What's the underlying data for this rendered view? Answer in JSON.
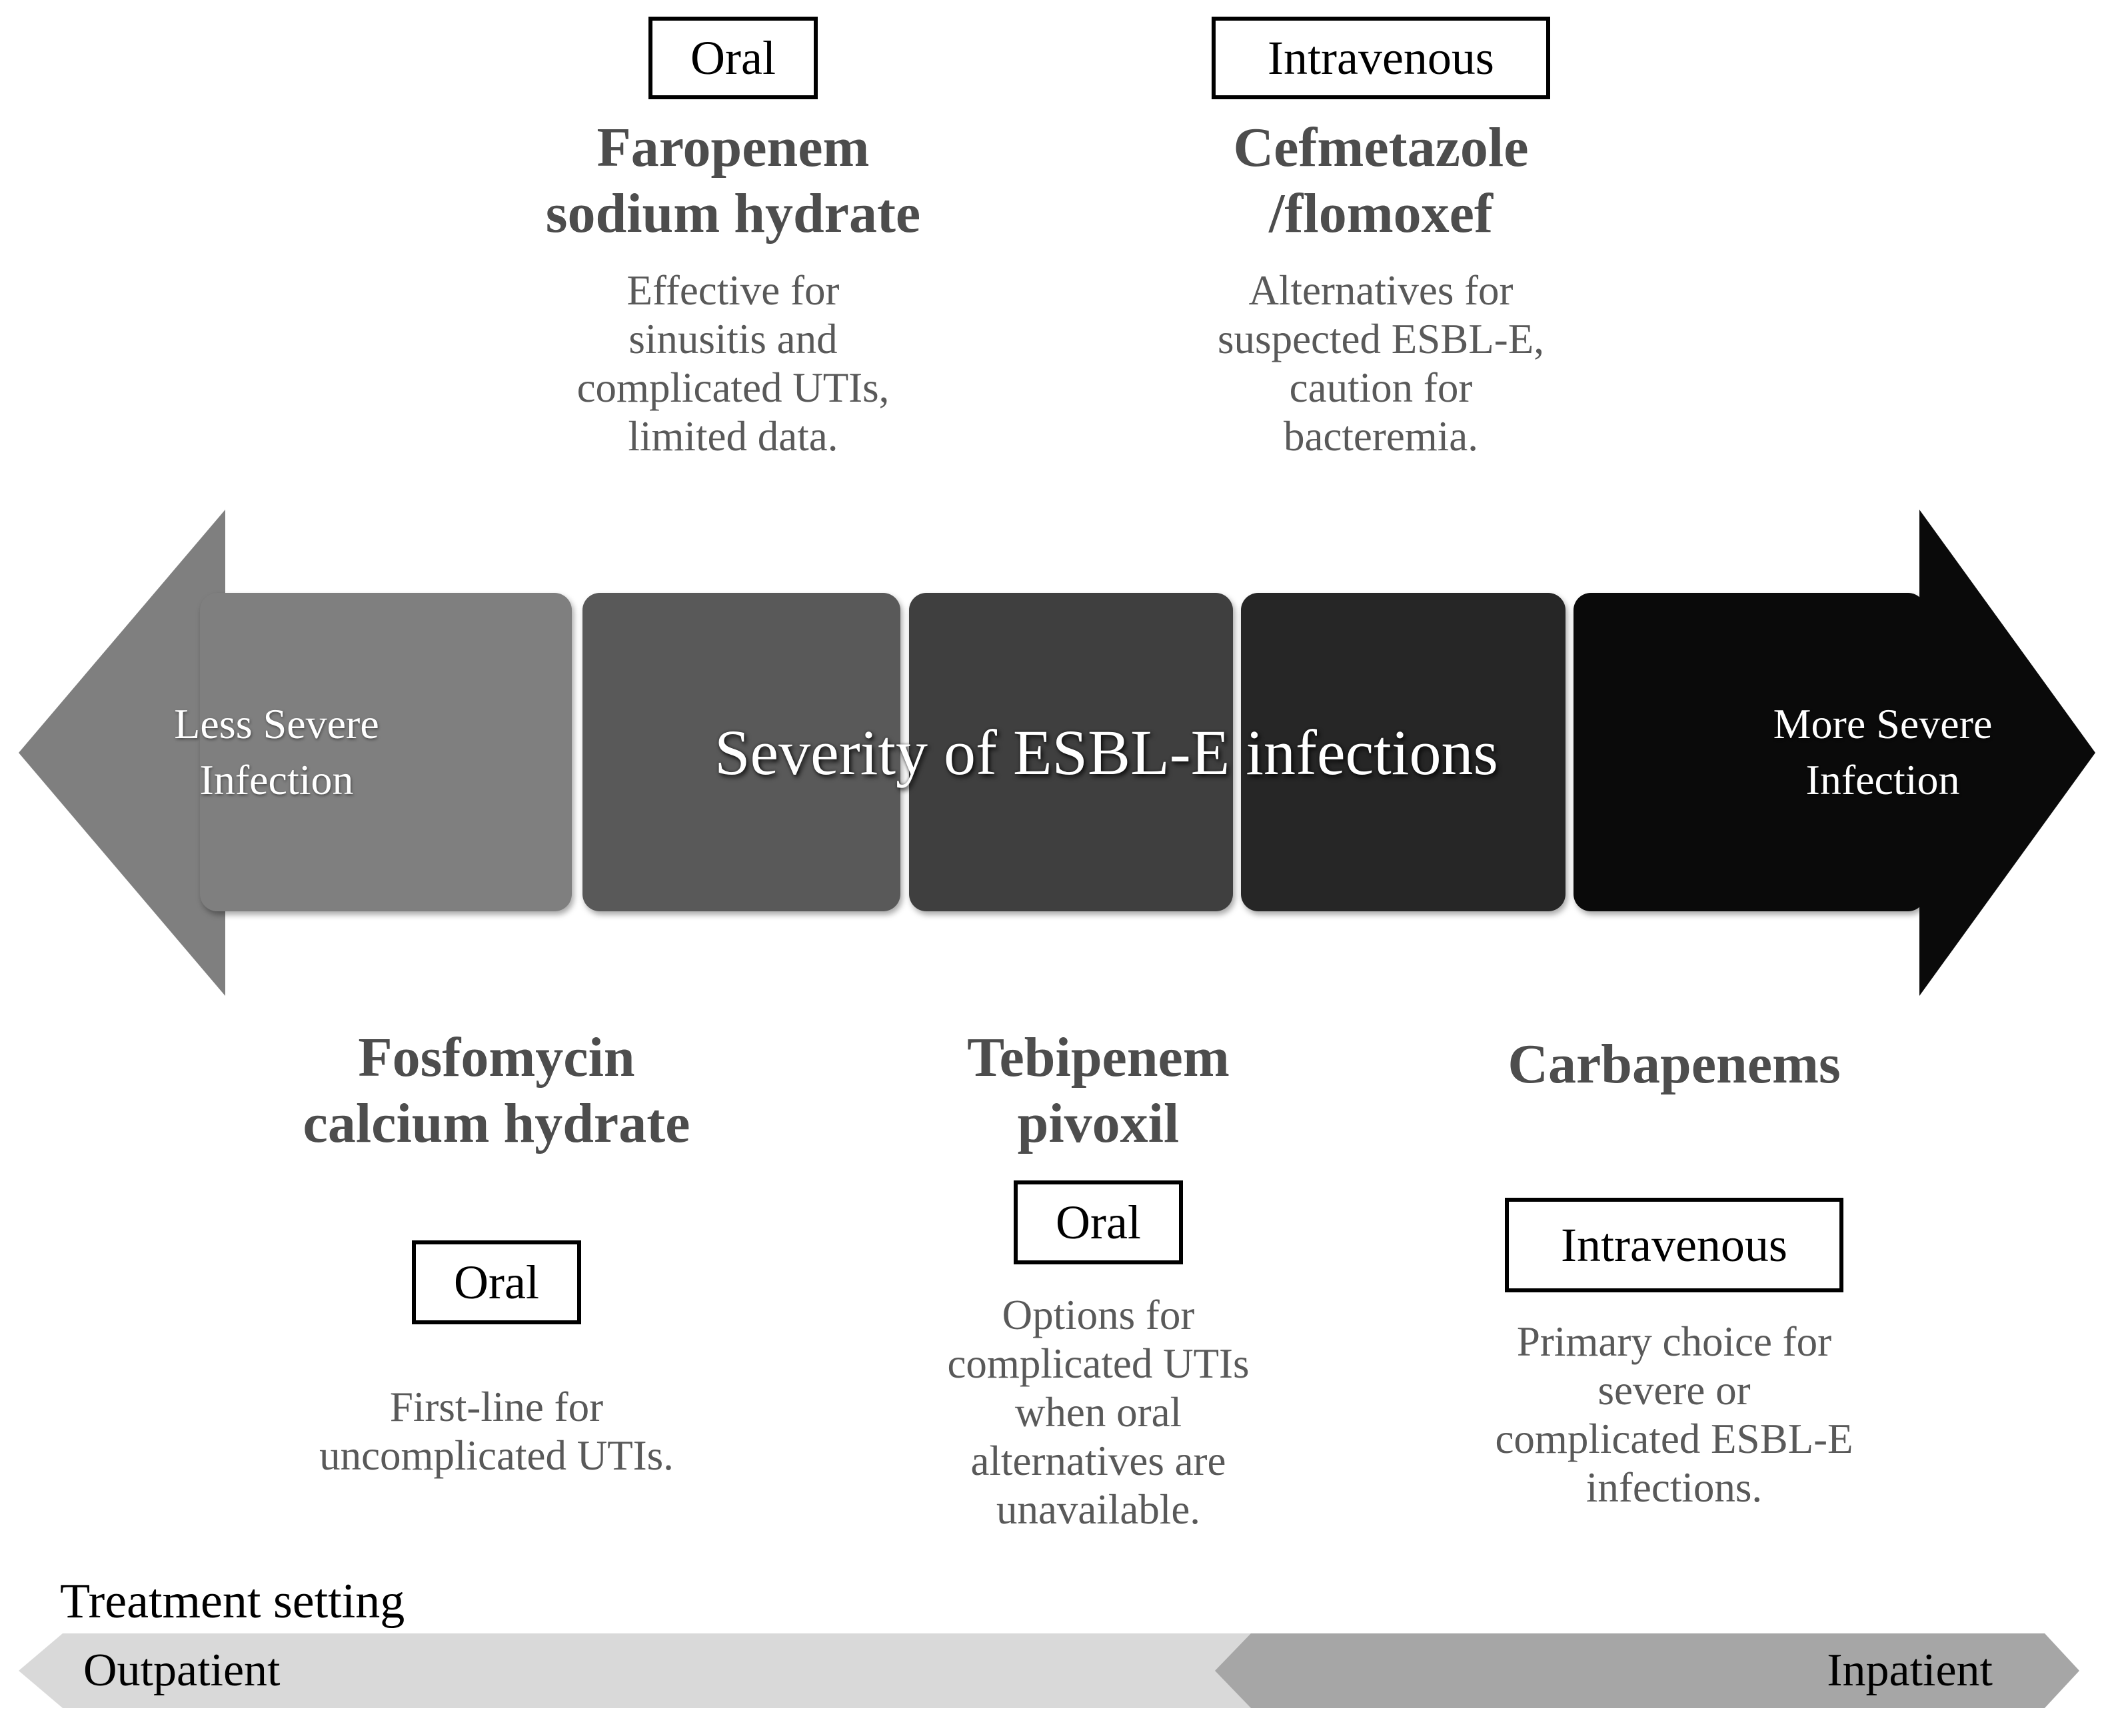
{
  "colors": {
    "background": "#ffffff",
    "arrow_segments": [
      "#7f7f7f",
      "#595959",
      "#3f3f3f",
      "#262626",
      "#0a0a0a"
    ],
    "outpatient_banner": "#d9d9d9",
    "inpatient_banner": "#a6a6a6",
    "drug_name_text": "#4d4d4d",
    "description_text": "#595959",
    "severity_title_text": "#ffffff"
  },
  "severity_arrow": {
    "title": "Severity of ESBL-E infections",
    "left_label": "Less Severe\nInfection",
    "right_label": "More Severe\nInfection"
  },
  "treatments": {
    "faropenem": {
      "route": "Oral",
      "name": "Faropenem\nsodium hydrate",
      "description": "Effective for\nsinusitis and\ncomplicated UTIs,\nlimited data."
    },
    "cefmetazole": {
      "route": "Intravenous",
      "name": "Cefmetazole\n/flomoxef",
      "description": "Alternatives for\nsuspected ESBL-E,\ncaution for\nbacteremia."
    },
    "fosfomycin": {
      "route": "Oral",
      "name": "Fosfomycin\ncalcium hydrate",
      "description": "First-line for\nuncomplicated UTIs."
    },
    "tebipenem": {
      "route": "Oral",
      "name": "Tebipenem\npivoxil",
      "description": "Options for\ncomplicated UTIs\nwhen oral\nalternatives are\nunavailable."
    },
    "carbapenems": {
      "route": "Intravenous",
      "name": "Carbapenems",
      "description": "Primary choice for\nsevere or\ncomplicated ESBL-E\ninfections."
    }
  },
  "treatment_setting": {
    "label": "Treatment setting",
    "outpatient_label": "Outpatient",
    "inpatient_label": "Inpatient"
  }
}
